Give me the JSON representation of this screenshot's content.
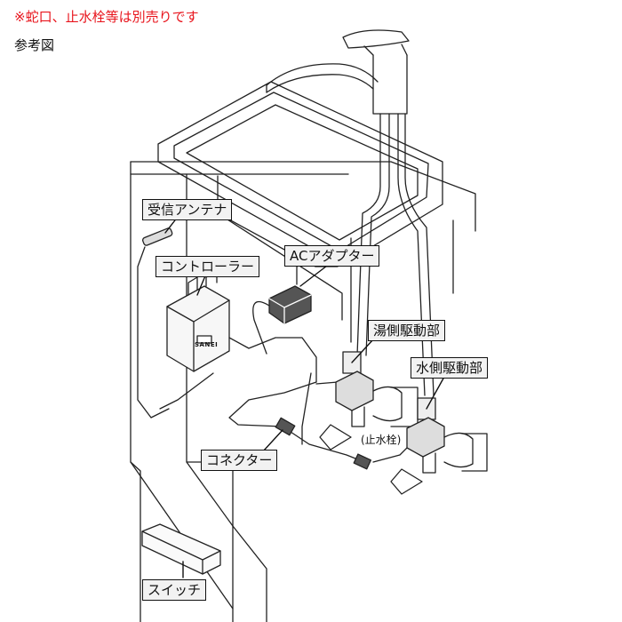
{
  "header": {
    "note": "※蛇口、止水栓等は別売りです",
    "reference": "参考図"
  },
  "labels": {
    "antenna": "受信アンテナ",
    "controller": "コントローラー",
    "ac_adapter": "ACアダプター",
    "hot_drive": "湯側駆動部",
    "cold_drive": "水側駆動部",
    "stop_valve": "(止水栓)",
    "connector": "コネクター",
    "switch": "スイッチ"
  },
  "logo": {
    "brand": "SANEI"
  },
  "colors": {
    "note": "#e8141c",
    "line": "#222222",
    "label_bg": "#f2f2f2"
  }
}
